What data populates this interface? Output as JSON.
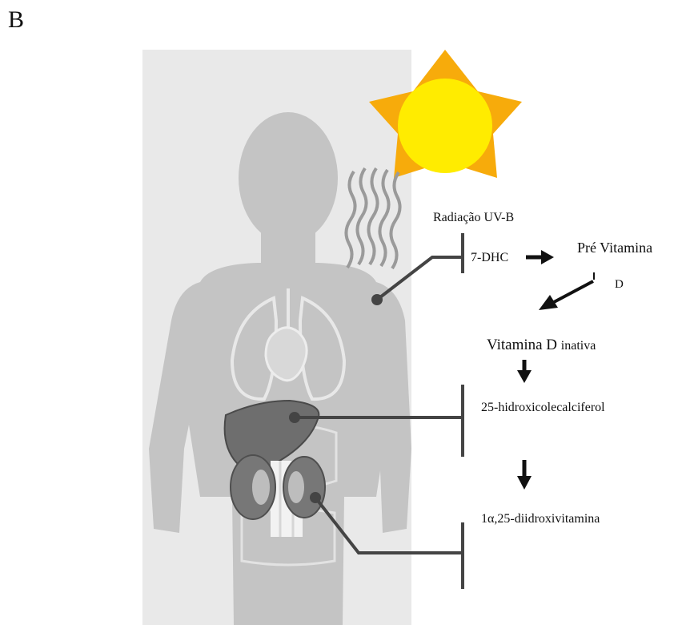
{
  "panel_label": "B",
  "labels": {
    "uv_radiation": "Radiação UV-B",
    "seven_dhc": "7-DHC",
    "pre_vitamin_line1": "Pré Vitamina",
    "pre_vitamin_line2": "D",
    "vitamin_d_main": "Vitamina D",
    "vitamin_d_suffix": "inativa",
    "calcidiol": "25-hidroxicolecalciferol",
    "calcitriol": "1α,25-diidroxivitamina"
  },
  "colors": {
    "background": "#ffffff",
    "body_panel": "#e9e9e9",
    "silhouette": "#c4c4c4",
    "organ_outline": "#e8e8e8",
    "sun_rays": "#f7ab0b",
    "sun_disc": "#ffec00",
    "pathway_lines": "#444444",
    "liver": "#6e6e6e",
    "kidney": "#777777",
    "uv_waves": "#9a9a9a"
  },
  "icons": [
    "sun-icon",
    "uv-waves-icon",
    "human-silhouette-icon",
    "lungs-icon",
    "heart-icon",
    "liver-icon",
    "kidneys-icon"
  ]
}
